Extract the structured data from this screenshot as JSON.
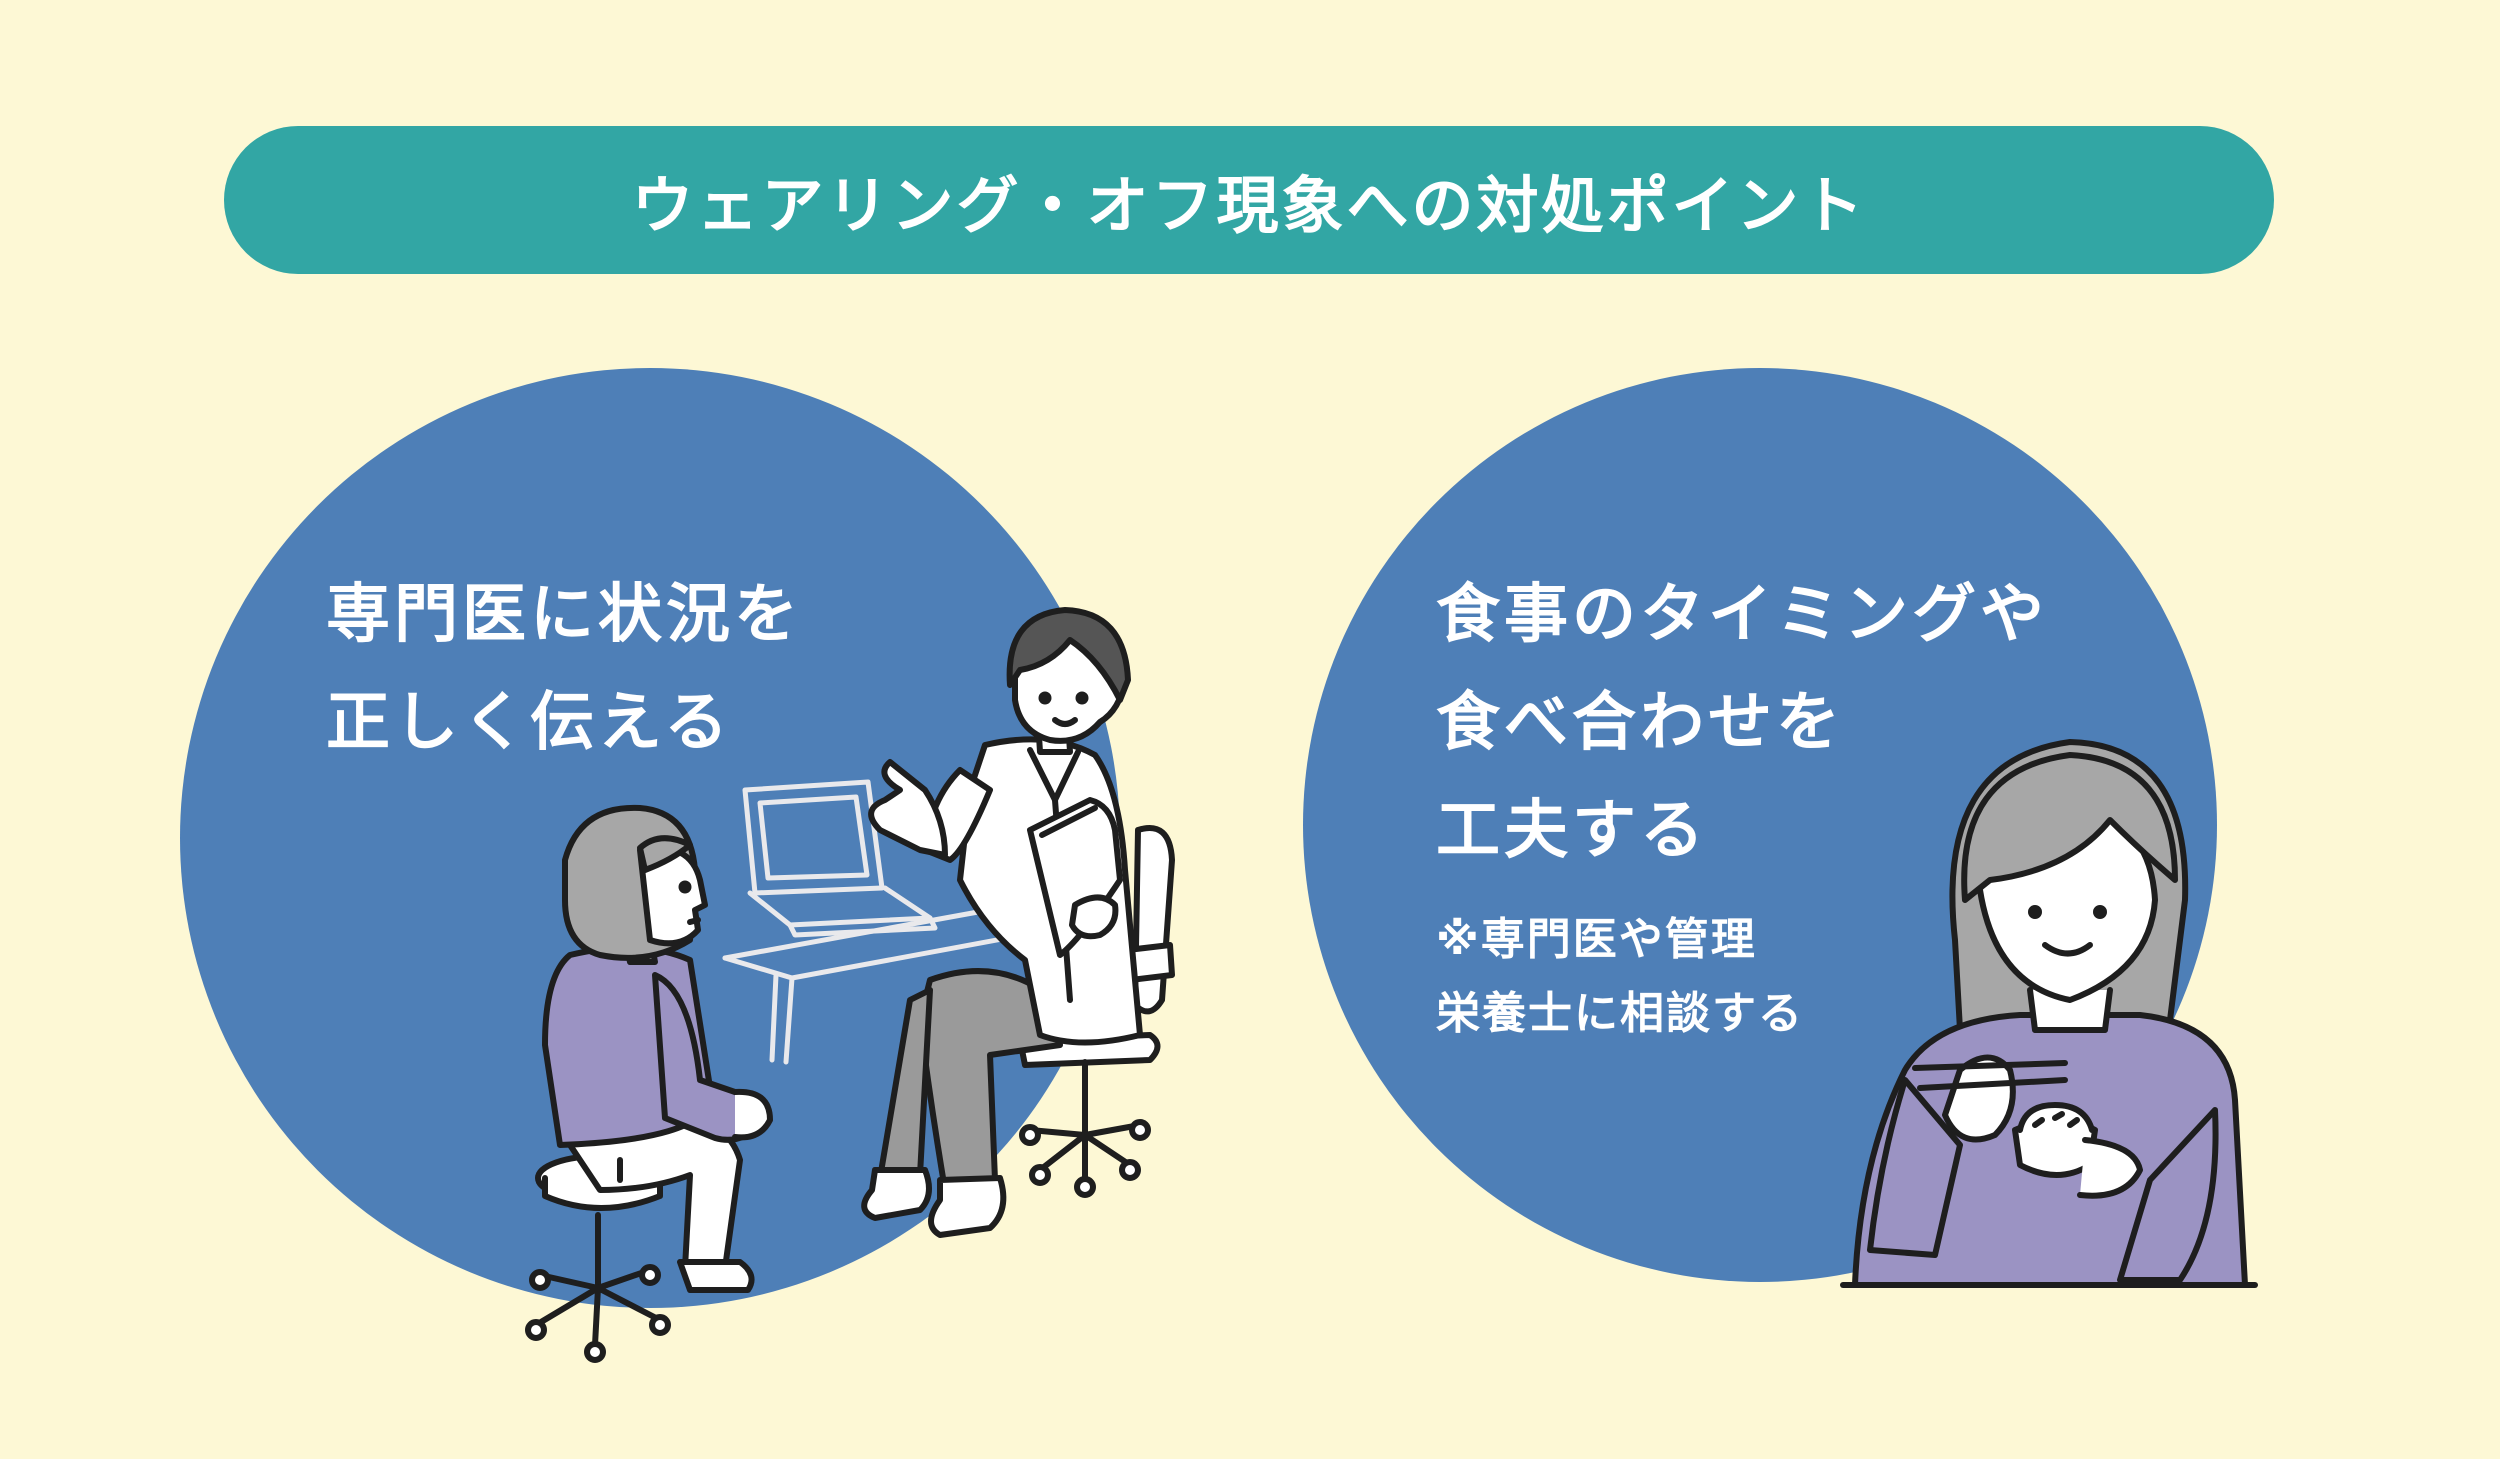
{
  "banner": {
    "title": "ウェアリング・オフ現象への対処ポイント"
  },
  "left_card": {
    "line1": "専門医に状況を",
    "line2": "正しく伝える"
  },
  "right_card": {
    "line1": "食事のタイミングや",
    "line2": "食べ合わせを",
    "line3": "工夫する",
    "note_line1": "※専門医や管理",
    "note_line2": "栄養士に相談する"
  },
  "colors": {
    "background": "#fdf8d5",
    "banner": "#32a6a4",
    "circle": "#4e7fb7",
    "sweater": "#9b93c3",
    "hair_gray": "#a7a7a7",
    "pants_gray": "#9a9a9a",
    "hair_dark": "#555555"
  },
  "icons": [
    "doctor-figure",
    "patient-figure",
    "laptop-desk",
    "woman-eating-figure",
    "rice-bowl-icon",
    "chopsticks-icon"
  ]
}
